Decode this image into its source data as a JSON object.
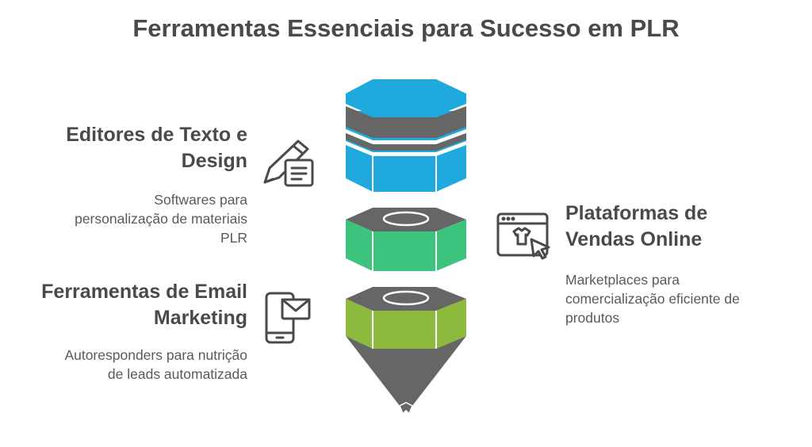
{
  "title": "Ferramentas Essenciais para Sucesso em PLR",
  "items": [
    {
      "heading_line1": "Editores de Texto e",
      "heading_line2": "Design",
      "desc_line1": "Softwares para",
      "desc_line2": "personalização de materiais",
      "desc_line3": "PLR",
      "icon": "pencil-document-icon",
      "color": "#1fa9dc"
    },
    {
      "heading_line1": "Plataformas de",
      "heading_line2": "Vendas Online",
      "desc_line1": "Marketplaces para",
      "desc_line2": "comercialização eficiente de",
      "desc_line3": "produtos",
      "icon": "online-store-icon",
      "color": "#3cc47e"
    },
    {
      "heading_line1": "Ferramentas de Email",
      "heading_line2": "Marketing",
      "desc_line1": "Autoresponders para nutrição",
      "desc_line2": "de leads automatizada",
      "icon": "phone-email-icon",
      "color": "#8bba3c"
    }
  ],
  "colors": {
    "dark_gray": "#666666",
    "blue": "#1fa9dc",
    "green": "#3cc47e",
    "olive": "#8bba3c"
  }
}
